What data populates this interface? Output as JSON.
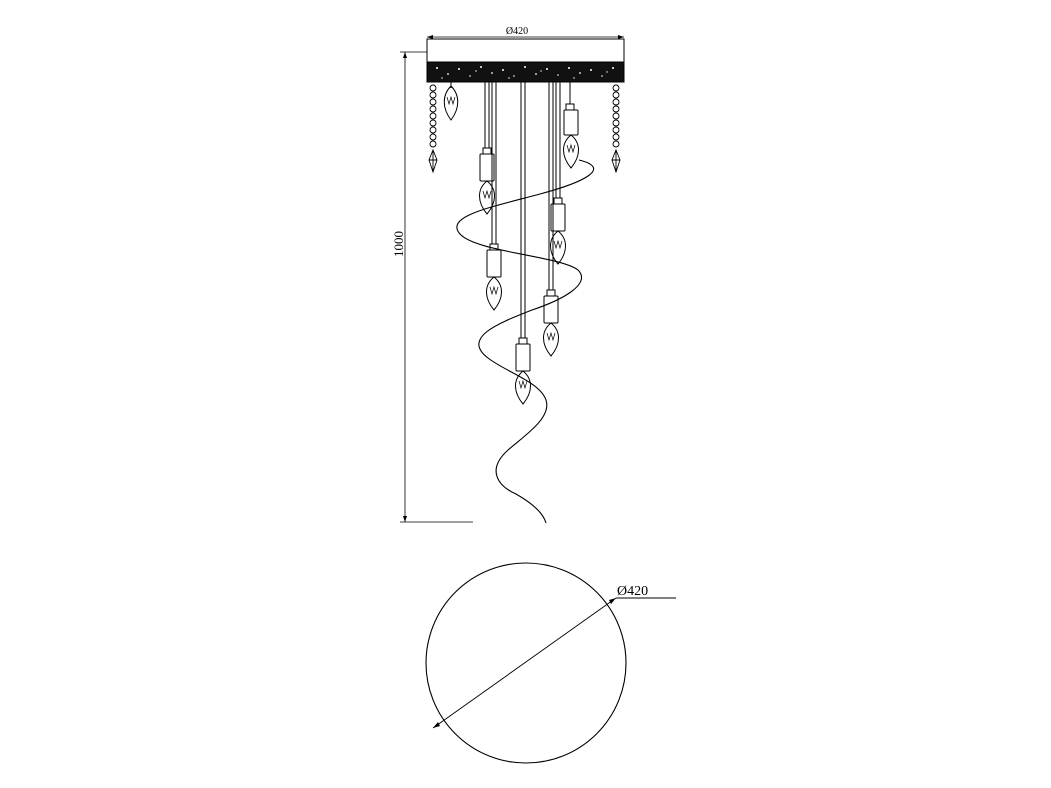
{
  "dimensions": {
    "top_diameter_label": "Ø420",
    "height_label": "1000",
    "base_diameter_label": "Ø420"
  },
  "colors": {
    "stroke": "#000000",
    "background": "#ffffff"
  },
  "icons": {
    "bulb": "candle-bulb-icon",
    "crystal": "crystal-drop-icon"
  }
}
